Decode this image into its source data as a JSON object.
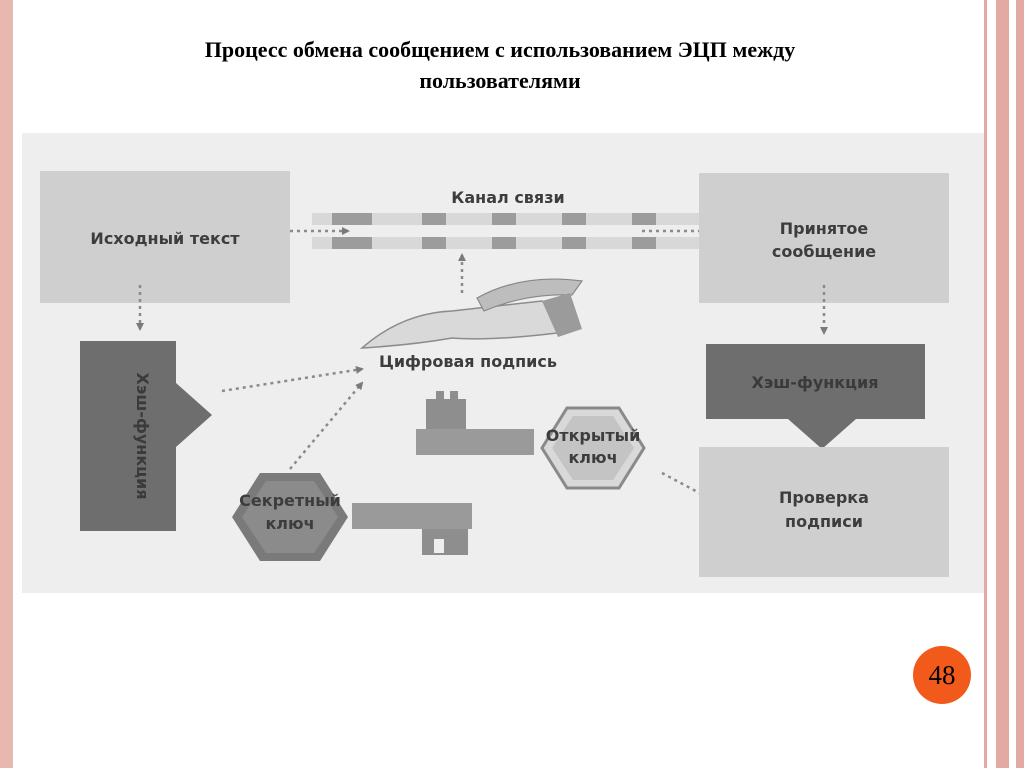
{
  "slide": {
    "title_line1": "Процесс обмена сообщением с использованием ЭЦП между",
    "title_line2": "пользователями",
    "page_number": "48"
  },
  "diagram": {
    "source_text": "Исходный текст",
    "channel": "Канал связи",
    "received_line1": "Принятое",
    "received_line2": "сообщение",
    "hash_left": "Хэш-функция",
    "hash_right": "Хэш-функция",
    "digital_signature": "Цифровая подпись",
    "public_key_line1": "Открытый",
    "public_key_line2": "ключ",
    "secret_key_line1": "Секретный",
    "secret_key_line2": "ключ",
    "verify_line1": "Проверка",
    "verify_line2": "подписи"
  },
  "colors": {
    "box_fill": "#cfcfcf",
    "dark_fill": "#6e6e6e",
    "accent": "#f25a1c",
    "stripe": "#e3aaa3"
  }
}
